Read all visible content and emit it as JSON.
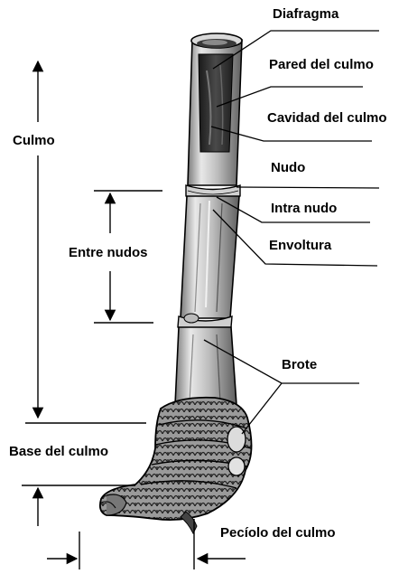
{
  "labels": {
    "diafragma": "Diafragma",
    "pared": "Pared del culmo",
    "cavidad": "Cavidad del culmo",
    "nudo": "Nudo",
    "intra_nudo": "Intra nudo",
    "envoltura": "Envoltura",
    "brote": "Brote",
    "culmo": "Culmo",
    "entre_nudos": "Entre nudos",
    "base_culmo": "Base del culmo",
    "peciolo": "Pecíolo del culmo"
  },
  "colors": {
    "ink": "#000000",
    "culm_light": "#e6e6e6",
    "culm_mid": "#b5b5b5",
    "culm_dark": "#5a5a5a",
    "cavity": "#2a2a2a",
    "base_fill": "#8c8c8c"
  }
}
